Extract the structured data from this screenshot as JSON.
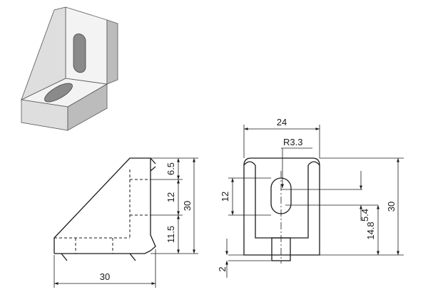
{
  "iso_view": {
    "shading": [
      "#f3f3f3",
      "#dedede",
      "#bcbcbc",
      "#8a8a8a"
    ]
  },
  "side_view": {
    "dims": {
      "height_a": "6.5",
      "height_b": "12",
      "height_c": "11.5",
      "overall_height": "30",
      "overall_width": "30"
    }
  },
  "front_view": {
    "dims": {
      "width": "24",
      "radius": "R3.3",
      "slot_height": "12",
      "overall_height": "30",
      "offset": "5.4",
      "center_height": "14.8",
      "tab": "2"
    }
  }
}
